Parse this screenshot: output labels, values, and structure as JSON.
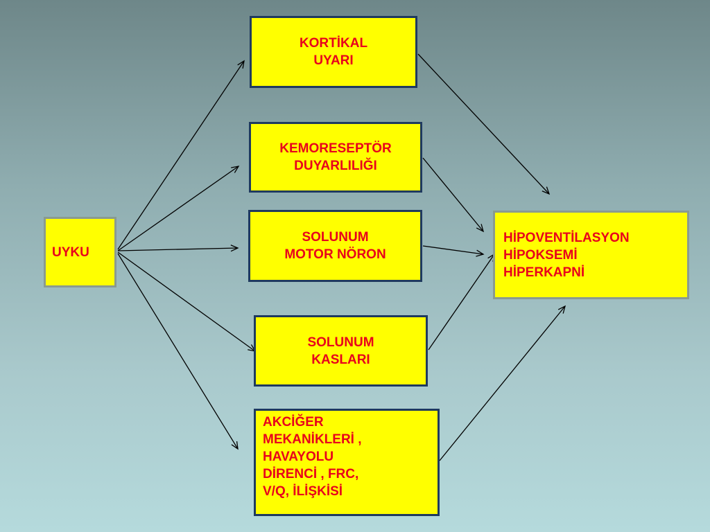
{
  "nodes": {
    "uyku": {
      "label": "UYKU"
    },
    "kortikal": {
      "lines": [
        "KORTİKAL",
        "UYARI"
      ]
    },
    "kemoreseptor": {
      "lines": [
        "KEMORESEPTÖR",
        "DUYARLILIĞI"
      ]
    },
    "motor_noron": {
      "lines": [
        "SOLUNUM",
        "MOTOR NÖRON"
      ]
    },
    "kaslar": {
      "lines": [
        "SOLUNUM",
        "KASLARI"
      ]
    },
    "akciger": {
      "lines": [
        "AKCİĞER",
        "MEKANİKLERİ ,",
        "HAVAYOLU",
        "DİRENCİ , FRC,",
        "V/Q, İLİŞKİSİ"
      ]
    },
    "hipoventilasyon": {
      "lines": [
        "HİPOVENTİLASYON",
        "HİPOKSEMİ",
        "HİPERKAPNİ"
      ]
    }
  },
  "edges": [
    {
      "from": "uyku",
      "to": "kortikal"
    },
    {
      "from": "uyku",
      "to": "kemoreseptor"
    },
    {
      "from": "uyku",
      "to": "motor_noron"
    },
    {
      "from": "uyku",
      "to": "kaslar"
    },
    {
      "from": "uyku",
      "to": "akciger"
    },
    {
      "from": "kortikal",
      "to": "hipoventilasyon"
    },
    {
      "from": "kemoreseptor",
      "to": "hipoventilasyon"
    },
    {
      "from": "motor_noron",
      "to": "hipoventilasyon"
    },
    {
      "from": "kaslar",
      "to": "hipoventilasyon"
    },
    {
      "from": "akciger",
      "to": "hipoventilasyon"
    }
  ],
  "colors": {
    "box_fill": "#ffff00",
    "text": "#e8001c",
    "box_border_dark": "#1f3a5f",
    "box_border_light": "#8a9a90",
    "arrow": "#000000"
  }
}
